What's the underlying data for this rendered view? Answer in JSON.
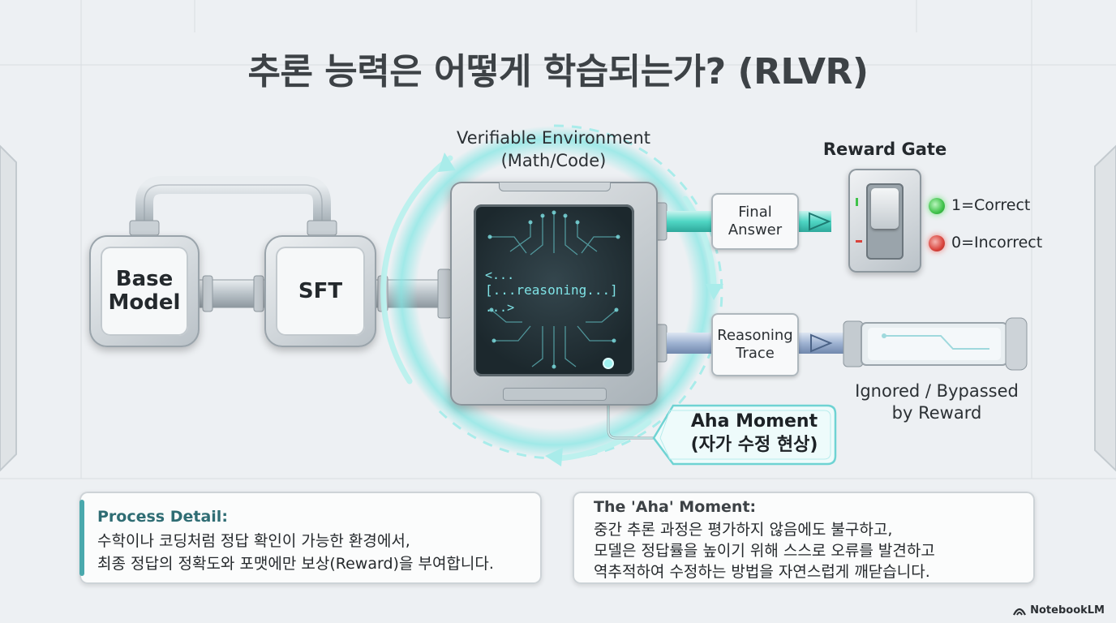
{
  "title": "추론 능력은 어떻게 학습되는가? (RLVR)",
  "pipeline": {
    "base_model": "Base\nModel",
    "sft": "SFT"
  },
  "environment": {
    "label_line1": "Verifiable Environment",
    "label_line2": "(Math/Code)",
    "screen_lines": [
      "<...",
      "[...reasoning...]",
      "...>"
    ]
  },
  "outputs": {
    "final_answer": "Final\nAnswer",
    "reasoning_trace": "Reasoning\nTrace"
  },
  "reward_gate": {
    "title": "Reward Gate",
    "correct": "1=Correct",
    "incorrect": "0=Incorrect",
    "correct_color": "#3fc24a",
    "incorrect_color": "#d9433c"
  },
  "bypass": {
    "line1": "Ignored / Bypassed",
    "line2": "by Reward"
  },
  "aha_tag": {
    "line1": "Aha Moment",
    "line2": "(자가 수정 현상)"
  },
  "panels": {
    "process": {
      "heading": "Process Detail:",
      "lines": [
        "수학이나 코딩처럼 정답 확인이 가능한 환경에서,",
        "최종 정답의 정확도와 포맷에만 보상(Reward)을 부여합니다."
      ]
    },
    "aha": {
      "heading": "The 'Aha' Moment:",
      "lines": [
        "중간 추론 과정은 평가하지 않음에도 불구하고,",
        "모델은 정답률을 높이기 위해 스스로 오류를 발견하고",
        "역추적하여 수정하는 방법을 자연스럽게 깨닫습니다."
      ]
    }
  },
  "brand": "NotebookLM",
  "colors": {
    "accent_teal": "#4fd6d2",
    "trace_blue": "#8fa6c9",
    "heading_teal": "#2f6d74"
  }
}
